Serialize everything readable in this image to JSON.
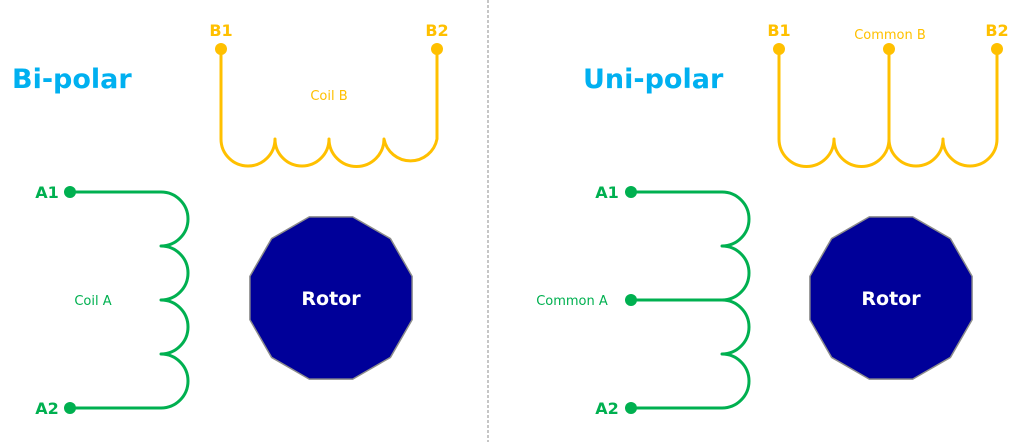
{
  "colors": {
    "title": "#00b0f0",
    "coil_a": "#00b050",
    "coil_b": "#ffc000",
    "rotor_fill": "#000099",
    "rotor_stroke": "#8c8c8c",
    "rotor_text": "#ffffff",
    "divider": "#8c8c8c"
  },
  "panels": [
    {
      "id": "bipolar",
      "title": "Bi-polar",
      "coil_b": {
        "label": "Coil B",
        "terminals": [
          "B1",
          "B2"
        ]
      },
      "coil_a": {
        "label": "Coil A",
        "terminals": [
          "A1",
          "A2"
        ]
      },
      "rotor": {
        "label": "Rotor"
      }
    },
    {
      "id": "unipolar",
      "title": "Uni-polar",
      "coil_b": {
        "label": "Common B",
        "terminals": [
          "B1",
          "B2"
        ]
      },
      "coil_a": {
        "label": "Common A",
        "terminals": [
          "A1",
          "A2"
        ]
      },
      "rotor": {
        "label": "Rotor"
      }
    }
  ]
}
